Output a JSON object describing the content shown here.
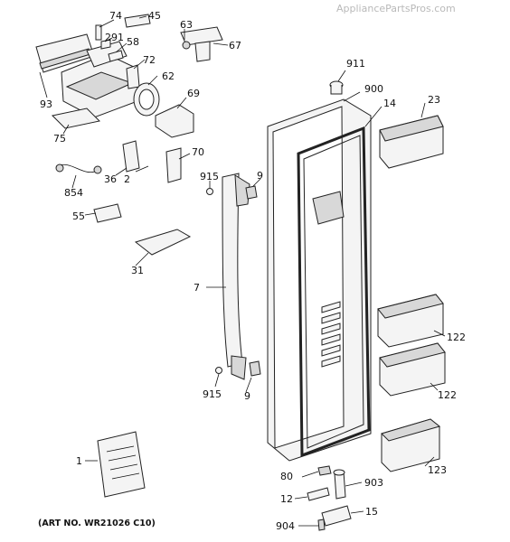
{
  "watermark": "AppliancePartsPros.com",
  "caption": "(ART NO. WR21026 C10)",
  "labels": {
    "p74": "74",
    "p45": "45",
    "p291": "291",
    "p58": "58",
    "p63": "63",
    "p67": "67",
    "p72": "72",
    "p62": "62",
    "p93": "93",
    "p69": "69",
    "p75": "75",
    "p70": "70",
    "p36": "36",
    "p2": "2",
    "p854": "854",
    "p55": "55",
    "p31": "31",
    "p911": "911",
    "p900": "900",
    "p14": "14",
    "p23": "23",
    "p915a": "915",
    "p9a": "9",
    "p7": "7",
    "p122a": "122",
    "p122b": "122",
    "p915b": "915",
    "p9b": "9",
    "p123": "123",
    "p1": "1",
    "p80": "80",
    "p903": "903",
    "p12": "12",
    "p15": "15",
    "p904": "904"
  }
}
